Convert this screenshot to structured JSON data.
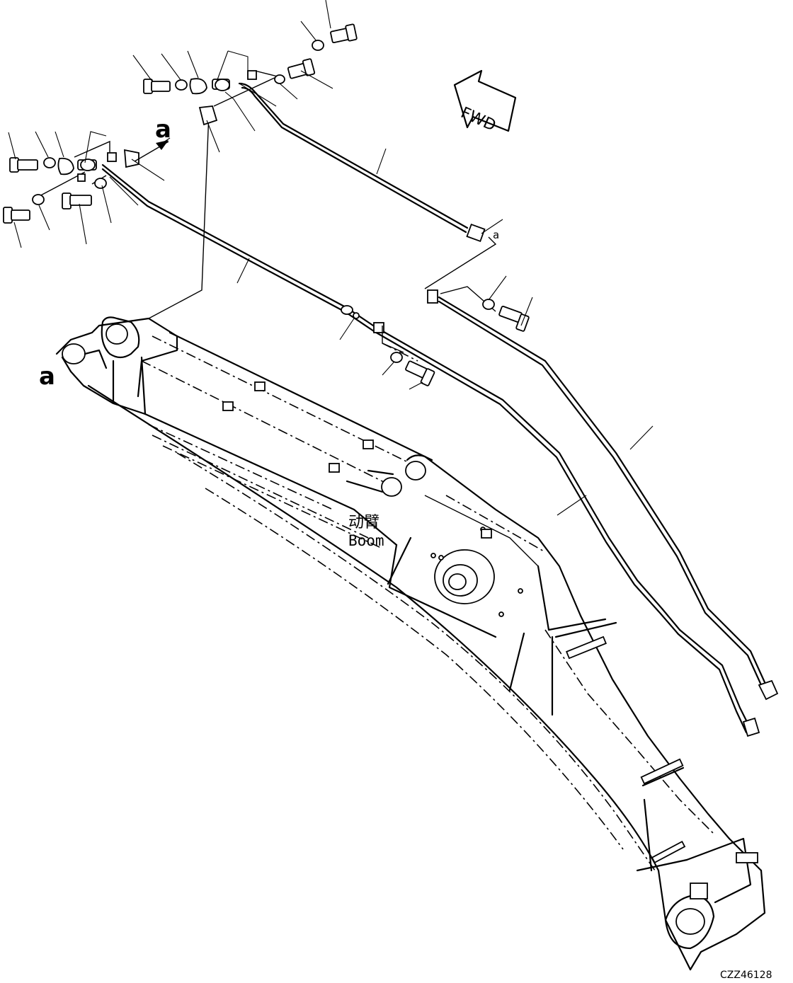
{
  "labels": {
    "ref_a_top": "a",
    "ref_a_left": "a",
    "ref_a_small": "a",
    "fwd": "FWD",
    "boom_cn": "动臂",
    "boom_en": "Boom",
    "drawing_code": "CZZ46128"
  }
}
